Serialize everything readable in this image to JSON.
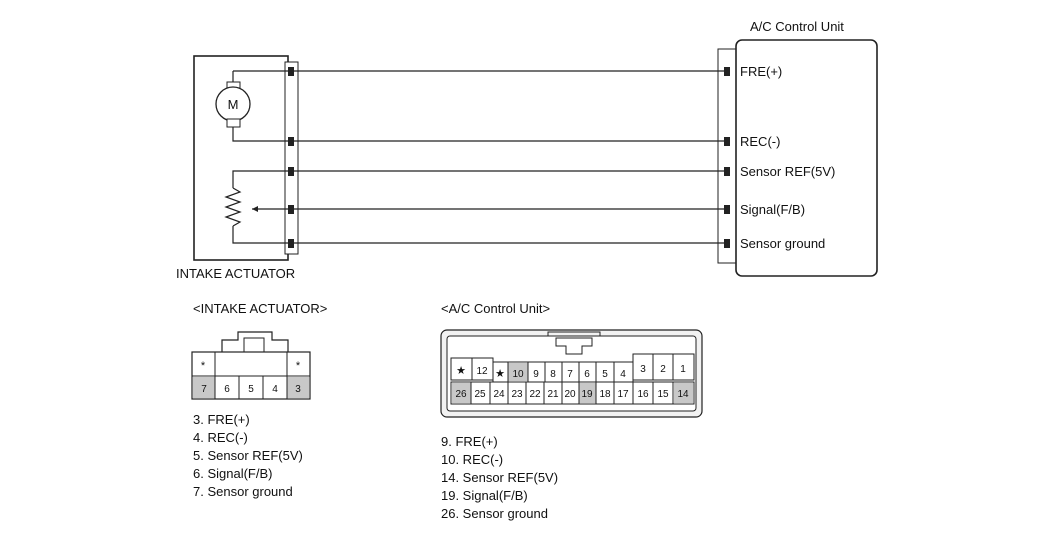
{
  "acu_title": "A/C Control Unit",
  "actuator_title": "INTAKE ACTUATOR",
  "motor_symbol": "M",
  "acu_pin_labels": [
    "FRE(+)",
    "REC(-)",
    "Sensor REF(5V)",
    "Signal(F/B)",
    "Sensor ground"
  ],
  "actuator_connector": {
    "title": "<INTAKE ACTUATOR>",
    "top_row": [
      "*",
      "",
      "",
      "",
      "*"
    ],
    "bottom_row": [
      "7",
      "6",
      "5",
      "4",
      "3"
    ],
    "pin_list": [
      "3. FRE(+)",
      "4. REC(-)",
      "5. Sensor REF(5V)",
      "6. Signal(F/B)",
      "7. Sensor ground"
    ]
  },
  "acu_connector": {
    "title": "<A/C Control Unit>",
    "top_left": [
      "★",
      "12"
    ],
    "top_mid": [
      "★",
      "10",
      "9",
      "8",
      "7",
      "6",
      "5",
      "4"
    ],
    "top_right": [
      "3",
      "2",
      "1"
    ],
    "bottom_row": [
      "26",
      "25",
      "24",
      "23",
      "22",
      "21",
      "20",
      "19",
      "18",
      "17",
      "16",
      "15",
      "14"
    ],
    "pin_list": [
      "9. FRE(+)",
      "10. REC(-)",
      "14. Sensor REF(5V)",
      "19. Signal(F/B)",
      "26. Sensor ground"
    ]
  },
  "colors": {
    "line": "#222222",
    "shaded_pin": "#c8c8c8",
    "connector_fill": "#f2f2f2"
  }
}
